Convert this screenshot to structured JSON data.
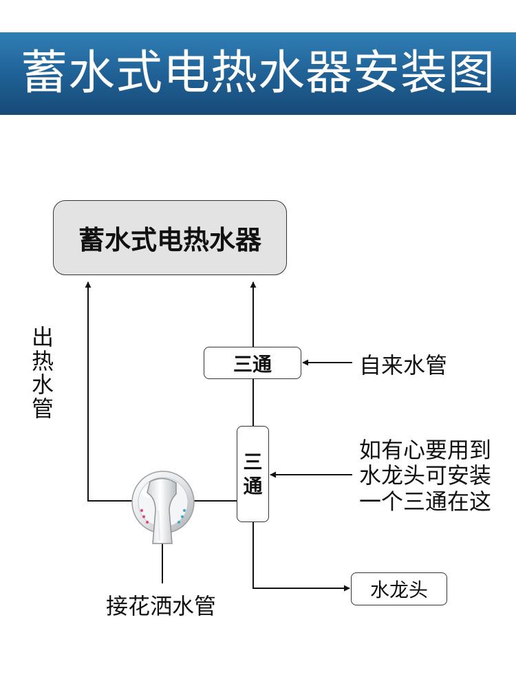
{
  "banner": {
    "title": "蓄水式电热水器安装图",
    "color": "#1f5f93"
  },
  "heater": {
    "label": "蓄水式电热水器"
  },
  "tee_top": {
    "label": "三通"
  },
  "tee_side": {
    "label": "三通"
  },
  "hot_pipe": {
    "label": "出热水管"
  },
  "mains_pipe": {
    "label": "自来水管"
  },
  "tip": {
    "lines": [
      "如有心要用到",
      "水龙头可安装",
      "一个三通在这"
    ]
  },
  "faucet": {
    "label": "水龙头"
  },
  "shower": {
    "label": "接花洒水管"
  },
  "mixer_valve": {
    "icon": "mixer-valve-icon"
  }
}
